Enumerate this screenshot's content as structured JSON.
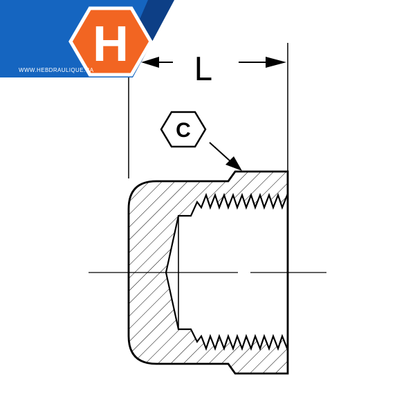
{
  "brand": {
    "logo_letter": "H",
    "website": "WWW.HEBDRAULIQUE.CA",
    "colors": {
      "blue": "#1565c0",
      "blue_dark": "#0d3f86",
      "orange": "#f26522"
    }
  },
  "drawing": {
    "dimension_label": "L",
    "hex_callout_label": "C",
    "line_color": "#000000",
    "hatch_color": "#000000"
  }
}
